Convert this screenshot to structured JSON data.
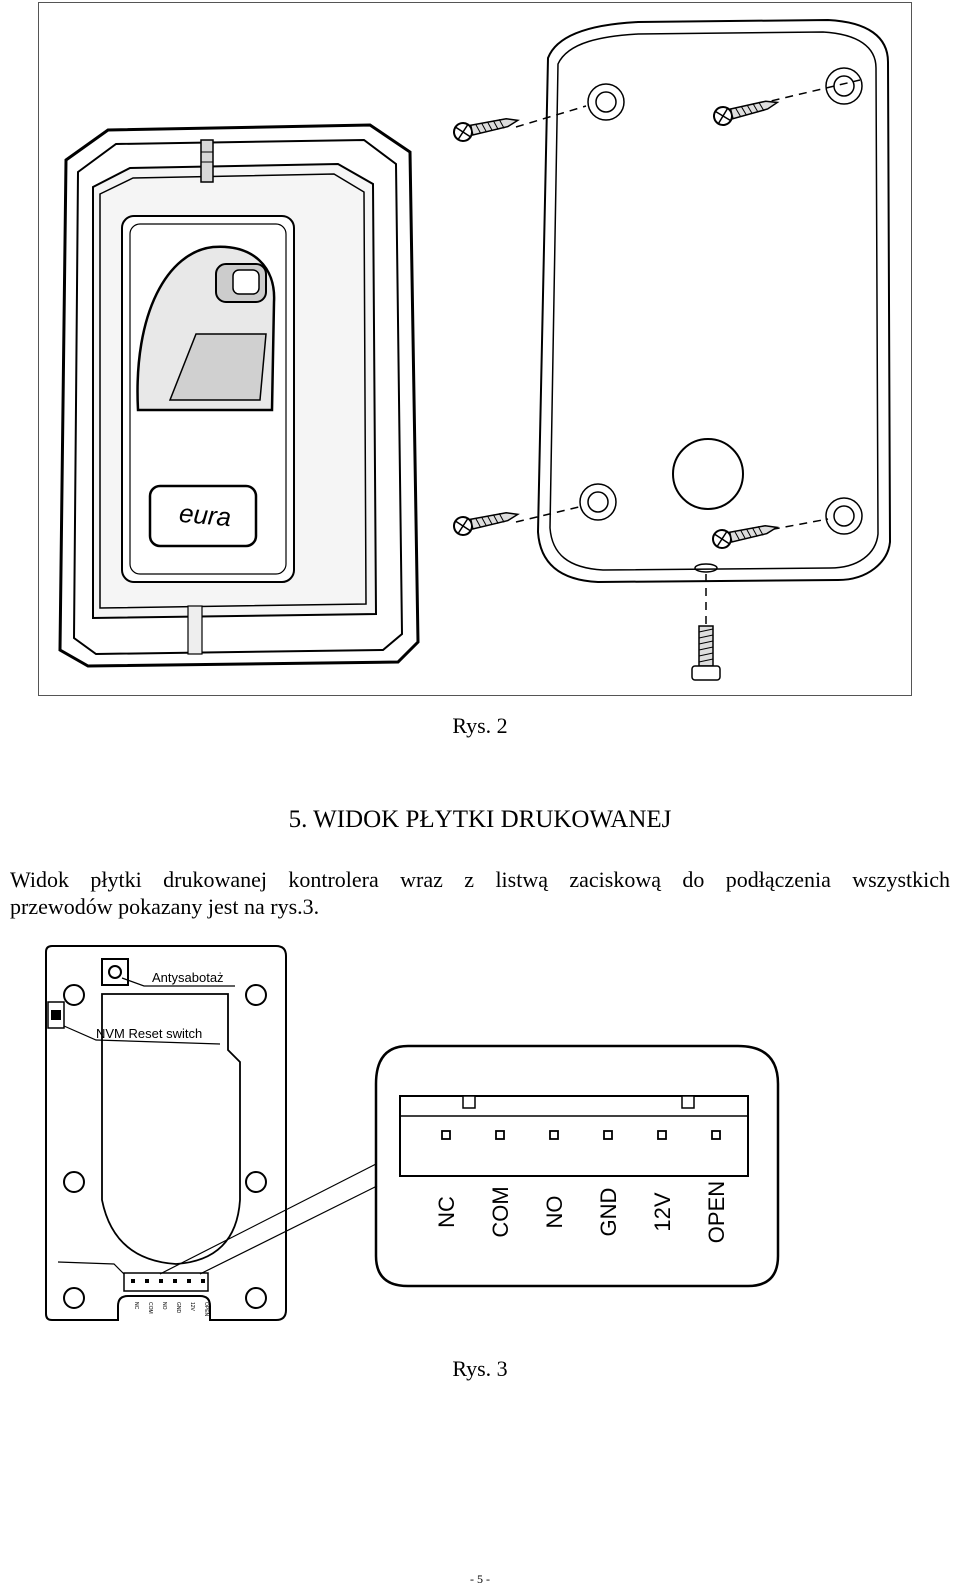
{
  "figure2": {
    "caption": "Rys. 2",
    "device_logo": "eura"
  },
  "section": {
    "heading": "5. WIDOK PŁYTKI DRUKOWANEJ",
    "paragraph_line1": "Widok płytki drukowanej kontrolera wraz z listwą zaciskową do podłączenia wszystkich",
    "paragraph_line2": "przewodów pokazany jest na rys.3."
  },
  "figure3": {
    "caption": "Rys. 3",
    "labels": {
      "tamper": "Antysabotaż",
      "nvm_reset": "NVM Reset switch"
    },
    "terminals": [
      "NC",
      "COM",
      "NO",
      "GND",
      "12V",
      "OPEN"
    ]
  },
  "page_number": "- 5 -"
}
